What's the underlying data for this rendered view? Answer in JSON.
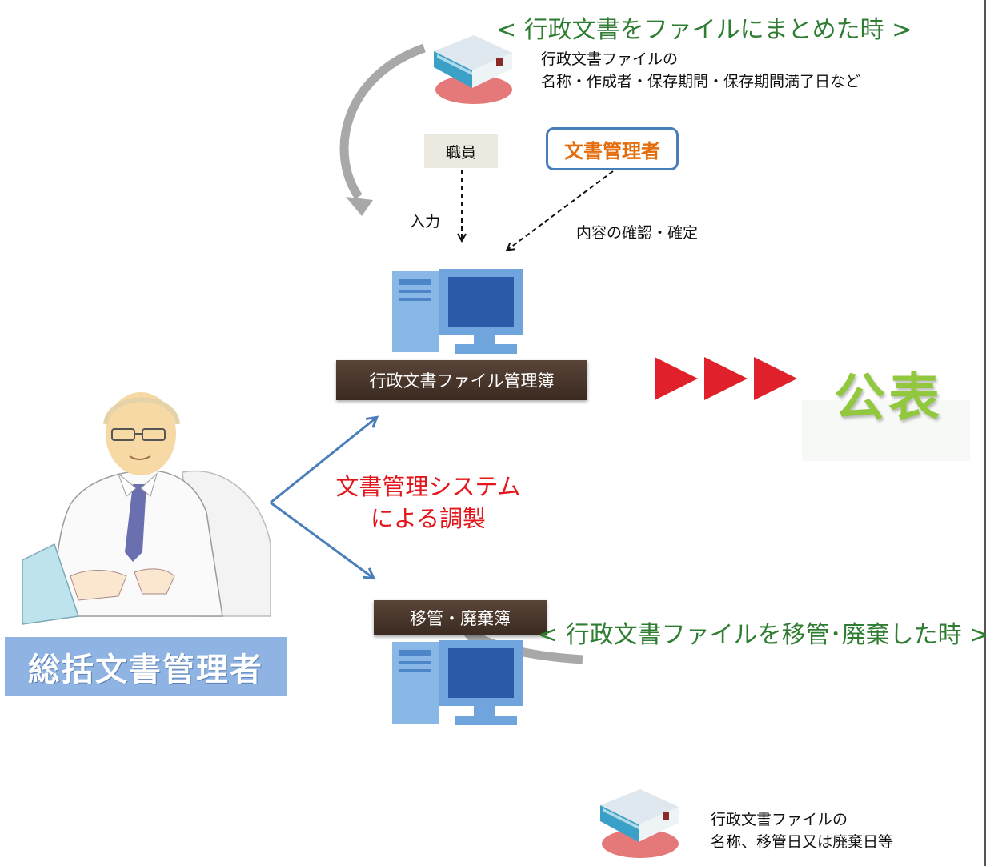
{
  "top_section": {
    "heading": "< 行政文書をファイルにまとめた時 >",
    "description_lines": [
      "行政文書ファイルの",
      "名称・作成者・保存期間・保存期間満了日など"
    ],
    "icon": "book-icon"
  },
  "staff_label": "職員",
  "input_label": "入力",
  "manager_label": "文書管理者",
  "confirm_label": "内容の確認・確定",
  "file_register_label": "行政文書ファイル管理簿",
  "system_text_lines": [
    "文書管理システム",
    "による調製"
  ],
  "publish_label": "公表",
  "transfer_register_label": "移管・廃棄簿",
  "officer_label": "総括文書管理者",
  "bottom_section": {
    "heading": "< 行政文書ファイルを移管･廃棄した時 >",
    "description_lines": [
      "行政文書ファイルの",
      "名称、移管日又は廃棄日等"
    ],
    "icon": "book-icon"
  },
  "colors": {
    "heading_green": "#2f7d32",
    "system_red": "#e3161b",
    "manager_orange": "#e46c0a",
    "publish_green": "#92c83e",
    "arrow_red": "#e0202a",
    "arrow_blue": "#4a7ebb",
    "officer_banner": "#8fb4e3"
  }
}
